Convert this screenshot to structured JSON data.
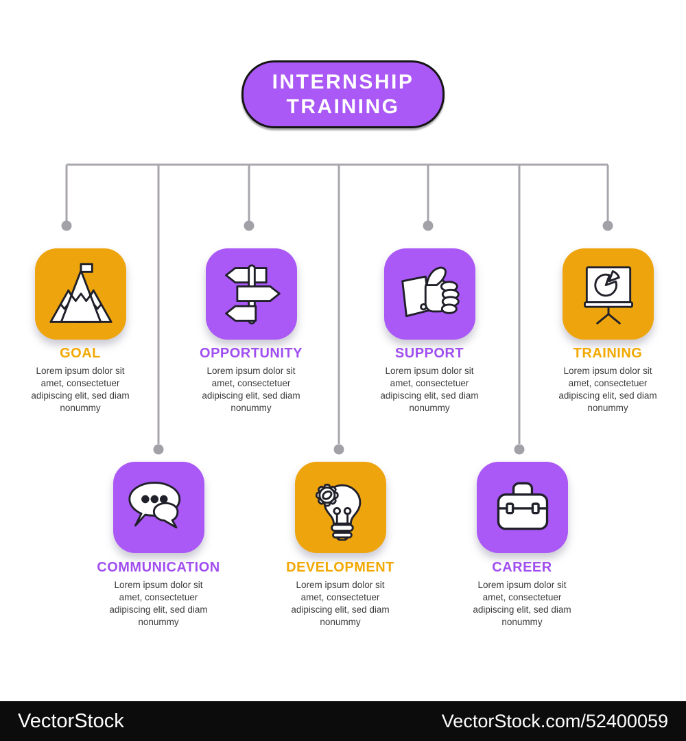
{
  "title": {
    "line1": "INTERNSHIP",
    "line2": "TRAINING"
  },
  "items": [
    {
      "label": "GOAL",
      "icon": "mountain-flag-icon",
      "theme": "orange",
      "desc": "Lorem ipsum dolor sit\namet, consectetuer\nadipiscing elit, sed diam\nnonummy"
    },
    {
      "label": "OPPORTUNITY",
      "icon": "signpost-icon",
      "theme": "purple",
      "desc": "Lorem ipsum dolor sit\namet, consectetuer\nadipiscing elit, sed diam\nnonummy"
    },
    {
      "label": "SUPPORT",
      "icon": "thumbs-up-icon",
      "theme": "purple",
      "desc": "Lorem ipsum dolor sit\namet, consectetuer\nadipiscing elit, sed diam\nnonummy"
    },
    {
      "label": "TRAINING",
      "icon": "presentation-pie-chart-icon",
      "theme": "orange",
      "desc": "Lorem ipsum dolor sit\namet, consectetuer\nadipiscing elit, sed diam\nnonummy"
    },
    {
      "label": "COMMUNICATION",
      "icon": "chat-bubbles-icon",
      "theme": "purple",
      "desc": "Lorem ipsum dolor sit\namet, consectetuer\nadipiscing elit, sed diam\nnonummy"
    },
    {
      "label": "DEVELOPMENT",
      "icon": "lightbulb-gear-icon",
      "theme": "orange",
      "desc": "Lorem ipsum dolor sit\namet, consectetuer\nadipiscing elit, sed diam\nnonummy"
    },
    {
      "label": "CAREER",
      "icon": "briefcase-icon",
      "theme": "purple",
      "desc": "Lorem ipsum dolor sit\namet, consectetuer\nadipiscing elit, sed diam\nnonummy"
    }
  ],
  "colors": {
    "purple_box": "#AA58F6",
    "orange_box": "#EEA50D",
    "purple_heading": "#A04EF0",
    "orange_heading": "#F2A800",
    "connector": "#A8A6AC",
    "body_text": "#3B3B3B",
    "title_text": "#FFFFFF",
    "watermark_bar": "#0C0C0C"
  },
  "watermark": {
    "left": "VectorStock",
    "right": "VectorStock.com/52400059"
  }
}
